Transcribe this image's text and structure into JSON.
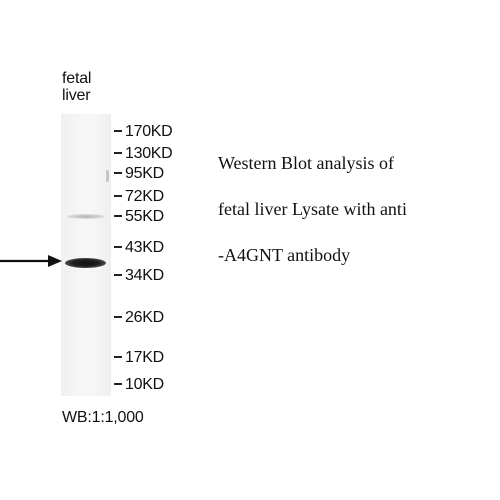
{
  "lane": {
    "label_line1": "fetal",
    "label_line2": "liver"
  },
  "markers": [
    "170KD",
    "130KD",
    "95KD",
    "72KD",
    "55KD",
    "43KD",
    "34KD",
    "26KD",
    "17KD",
    "10KD"
  ],
  "description": {
    "line1": "Western Blot analysis of",
    "line2": "fetal liver Lysate with anti",
    "line3": "-A4GNT  antibody"
  },
  "dilution": "WB:1:1,000",
  "colors": {
    "text": "#111111",
    "band": "#1a1a1a",
    "membrane": "#f4f4f4"
  },
  "icons": {
    "arrow": "right-arrow-icon"
  }
}
